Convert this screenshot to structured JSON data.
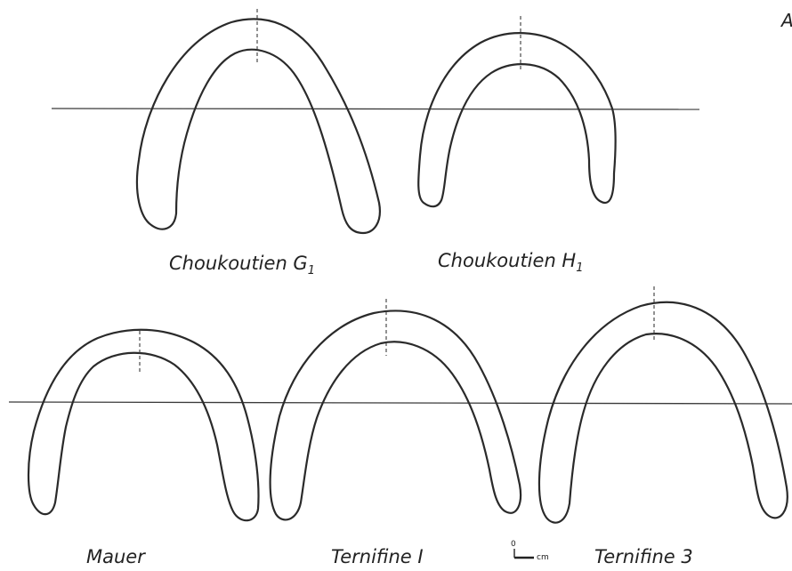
{
  "figure": {
    "specimens": [
      {
        "id": "choukoutien-g1",
        "label": "Choukoutien G",
        "subscript": "1"
      },
      {
        "id": "choukoutien-h1",
        "label": "Choukoutien H",
        "subscript": "1"
      },
      {
        "id": "mauer",
        "label": "Mauer"
      },
      {
        "id": "ternifine-1",
        "label": "Ternifine I"
      },
      {
        "id": "ternifine-3",
        "label": "Ternifine 3"
      }
    ],
    "scale_bar": {
      "zero": "0",
      "unit": "cm"
    },
    "corner_mark": "A"
  }
}
